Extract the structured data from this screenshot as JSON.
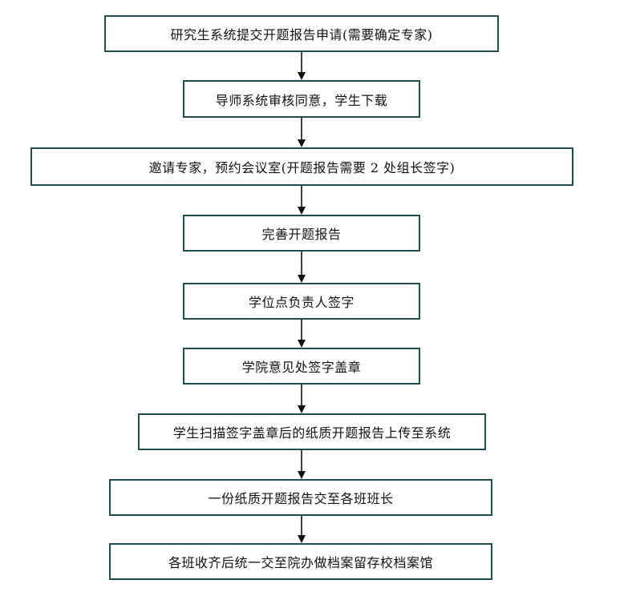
{
  "steps": [
    "研究生系统提交开题报告申请(需要确定专家)",
    "导师系统审核同意，学生下载",
    "邀请专家，预约会议室(开题报告需要 2 处组长签字)",
    "完善开题报告",
    "学位点负责人签字",
    "学院意见处签字盖章",
    "学生扫描签字盖章后的纸质开题报告上传至系统",
    "一份纸质开题报告交至各班班长",
    "各班收齐后统一交至院办做档案留存校档案馆"
  ],
  "colors": {
    "border": "#1f4e4e",
    "arrow": "#111111",
    "text": "#111111"
  }
}
